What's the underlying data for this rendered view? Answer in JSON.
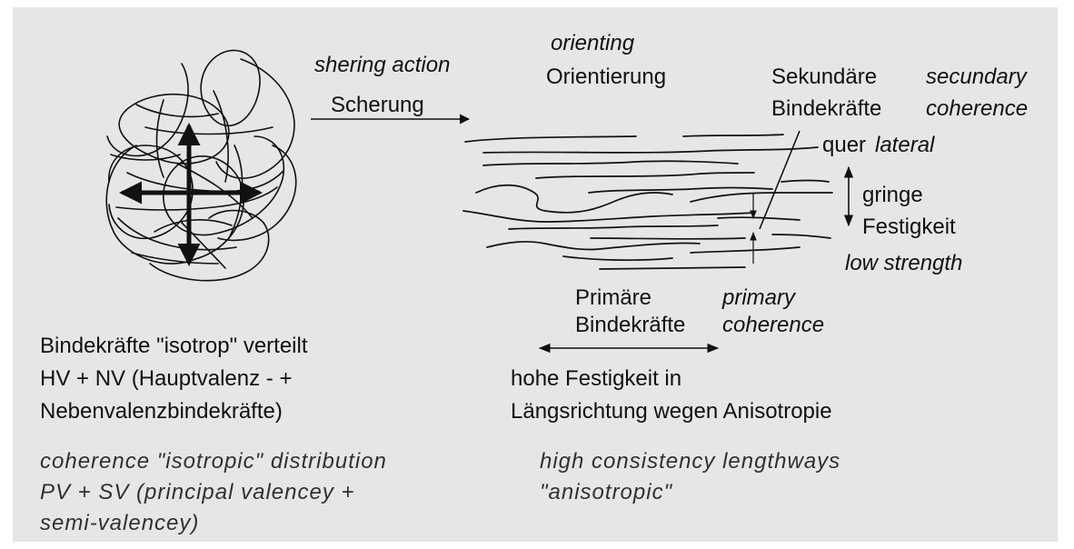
{
  "colors": {
    "background": "#e6e6e6",
    "ink": "#111111",
    "page": "#ffffff"
  },
  "left_block": {
    "de_line1": "Bindekräfte \"isotrop\" verteilt",
    "de_line2": "HV + NV (Hauptvalenz - +",
    "de_line3": "Nebenvalenzbindekräfte)",
    "en_line1": "coherence \"isotropic\" distribution",
    "en_line2": "PV + SV (principal valencey +",
    "en_line3": "semi-valencey)"
  },
  "shear": {
    "en": "shering action",
    "de": "Scherung"
  },
  "orient": {
    "en": "orienting",
    "de": "Orientierung"
  },
  "secondary": {
    "de_line1": "Sekundäre",
    "de_line2": "Bindekräfte",
    "en_line1": "secundary",
    "en_line2": "coherence",
    "quer": "quer",
    "lateral": "lateral"
  },
  "low_strength": {
    "de_line1": "gringe",
    "de_line2": "Festigkeit",
    "en": "low strength"
  },
  "primary": {
    "de_line1": "Primäre",
    "de_line2": "Bindekräfte",
    "en_line1": "primary",
    "en_line2": "coherence"
  },
  "high_strength": {
    "de_line1": "hohe Festigkeit in",
    "de_line2": "Längsrichtung wegen Anisotropie",
    "en_line1": "high consistency lengthways",
    "en_line2": "\"anisotropic\""
  }
}
